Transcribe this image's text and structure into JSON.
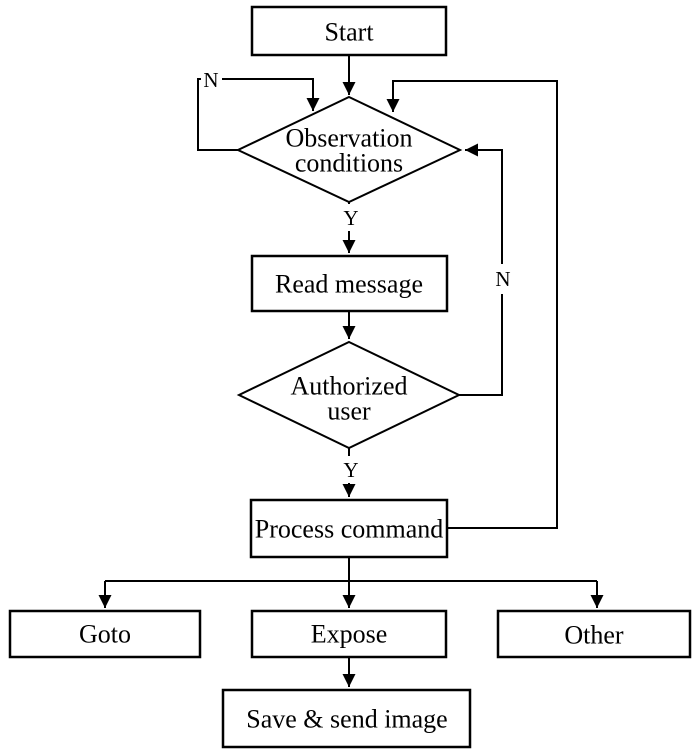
{
  "colors": {
    "background": "#ffffff",
    "stroke": "#000000",
    "text": "#000000"
  },
  "nodes": {
    "start": {
      "label": "Start"
    },
    "observation_conditions": {
      "line1": "Observation",
      "line2": "conditions"
    },
    "read_message": {
      "label": "Read message"
    },
    "authorized_user": {
      "line1": "Authorized",
      "line2": "user"
    },
    "process_command": {
      "label": "Process command"
    },
    "goto": {
      "label": "Goto"
    },
    "expose": {
      "label": "Expose"
    },
    "other": {
      "label": "Other"
    },
    "save_send_image": {
      "label": "Save & send image"
    }
  },
  "edge_labels": {
    "observation_yes": "Y",
    "observation_no": "N",
    "authorized_yes": "Y",
    "authorized_no": "N"
  }
}
